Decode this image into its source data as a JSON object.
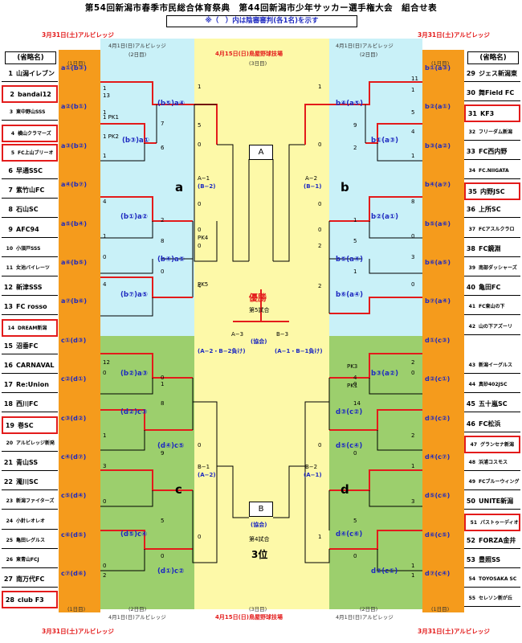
{
  "header": {
    "title": "第54回新潟市春季市民総合体育祭典　第44回新潟市少年サッカー選手権大会　組合せ表",
    "note": "※（　）内は陰審審判(各1名)を示す"
  },
  "venues": {
    "day1": "3月31日(土)アルビレッジ",
    "day2": "4月1日(日)アルビレッジ",
    "day3": "4月15日(日)鳥屋野球技場"
  },
  "labels": {
    "short_name": "(省略名)",
    "day1": "(1日目)",
    "day2": "(2日目)",
    "day3": "(3日目)",
    "champion": "優勝",
    "match5": "第5試合",
    "match4": "第4試合",
    "third": "3位",
    "kyokai": "(協会)",
    "a3": "A−3",
    "b3": "B−3",
    "a3_sub": "(A−2・B−2負け)",
    "b3_sub": "(A−1・B−1負け)",
    "a1": "A−1",
    "a1_sub": "(B−2)",
    "a2": "A−2",
    "a2_sub": "(B−1)",
    "b1": "B−1",
    "b1_sub": "(A−2)",
    "b2": "B−2",
    "b2_sub": "(A−1)",
    "box_a": "A",
    "box_b": "B",
    "group_a": "a",
    "group_b": "b",
    "group_c": "c",
    "group_d": "d"
  },
  "left_teams": [
    {
      "no": "1",
      "name": "山潟イレブン"
    },
    {
      "no": "2",
      "name": "bandai12"
    },
    {
      "no": "3",
      "name": "東中野山SSS"
    },
    {
      "no": "4",
      "name": "横山クラマーズ"
    },
    {
      "no": "5",
      "name": "FC上山ブリーオ"
    },
    {
      "no": "6",
      "name": "早通SSC"
    },
    {
      "no": "7",
      "name": "紫竹山FC"
    },
    {
      "no": "8",
      "name": "石山SC"
    },
    {
      "no": "9",
      "name": "AFC94"
    },
    {
      "no": "10",
      "name": "小須戸SSS"
    },
    {
      "no": "11",
      "name": "女池バイレーツ"
    },
    {
      "no": "12",
      "name": "新津SSS"
    },
    {
      "no": "13",
      "name": "FC rosso"
    },
    {
      "no": "14",
      "name": "DREAM新潟"
    },
    {
      "no": "15",
      "name": "沼垂FC"
    },
    {
      "no": "16",
      "name": "CARNAVAL"
    },
    {
      "no": "17",
      "name": "Re:Union"
    },
    {
      "no": "18",
      "name": "西川FC"
    },
    {
      "no": "19",
      "name": "巻SC"
    },
    {
      "no": "20",
      "name": "アルビレッジ新発"
    },
    {
      "no": "21",
      "name": "青山SS"
    },
    {
      "no": "22",
      "name": "濁川SC"
    },
    {
      "no": "23",
      "name": "新潟ファイターズ"
    },
    {
      "no": "24",
      "name": "小針レオレオ"
    },
    {
      "no": "25",
      "name": "亀田レグルス"
    },
    {
      "no": "26",
      "name": "東青山FCJ"
    },
    {
      "no": "27",
      "name": "南万代FC"
    },
    {
      "no": "28",
      "name": "club F3"
    }
  ],
  "right_teams": [
    {
      "no": "29",
      "name": "ジェス新潟東"
    },
    {
      "no": "30",
      "name": "舞Field FC"
    },
    {
      "no": "31",
      "name": "KF3"
    },
    {
      "no": "32",
      "name": "フリーダム新潟"
    },
    {
      "no": "33",
      "name": "FC西内野"
    },
    {
      "no": "34",
      "name": "FC.NIIGATA"
    },
    {
      "no": "35",
      "name": "内野JSC"
    },
    {
      "no": "36",
      "name": "上所SC"
    },
    {
      "no": "37",
      "name": "FCアスルクラロ"
    },
    {
      "no": "38",
      "name": "FC鏡淵"
    },
    {
      "no": "39",
      "name": "南部ダッシャーズ"
    },
    {
      "no": "40",
      "name": "亀田FC"
    },
    {
      "no": "41",
      "name": "FC東山の下"
    },
    {
      "no": "42",
      "name": "山の下アズーリ"
    },
    {
      "no": "43",
      "name": "新潟イーグルス"
    },
    {
      "no": "44",
      "name": "真砂402JSC"
    },
    {
      "no": "45",
      "name": "五十嵐SC"
    },
    {
      "no": "46",
      "name": "FC松浜"
    },
    {
      "no": "47",
      "name": "グランセナ新潟"
    },
    {
      "no": "48",
      "name": "浜浦コスモス"
    },
    {
      "no": "49",
      "name": "FCブルーウィング"
    },
    {
      "no": "50",
      "name": "UNITE新潟"
    },
    {
      "no": "51",
      "name": "パストゥーディオ"
    },
    {
      "no": "52",
      "name": "FORZA金井"
    },
    {
      "no": "53",
      "name": "豊照SS"
    },
    {
      "no": "54",
      "name": "TOYOSAKA SC"
    },
    {
      "no": "55",
      "name": "セレソン新が丘"
    }
  ],
  "left_slots": [
    "a①(b③)",
    "a②(b①)",
    "a③(b②)",
    "a④(b⑦)",
    "a⑤(b④)",
    "a⑥(b⑤)",
    "a⑦(b⑥)",
    "c①(d③)",
    "c②(d①)",
    "c③(d②)",
    "c④(d⑦)",
    "c⑤(d④)",
    "c⑥(d⑤)",
    "c⑦(d⑥)"
  ],
  "right_slots": [
    "b①(a③)",
    "b②(a①)",
    "b③(a②)",
    "b④(a⑦)",
    "b⑤(a⑥)",
    "b⑥(a⑤)",
    "b⑦(a④)",
    "d①(c③)",
    "d②(c①)",
    "d③(c②)",
    "d④(c⑦)",
    "d⑤(c⑥)",
    "d⑥(c⑤)",
    "d⑦(c④)"
  ],
  "left_r2_slots": [
    "(b⑤)a④",
    "(b③)a①",
    "(b①)a②",
    "(b⑦)a⑤",
    "(b④)a⑤",
    "(b②)a③",
    "(d②)c③",
    "(d④)c⑤",
    "(d①)c②",
    "(d⑤)c④",
    "(d⑦)c⑤",
    "(d③)c①"
  ],
  "right_r2_slots": [
    "b④(a⑤)",
    "b①(a③)",
    "b②(a①)",
    "b⑥(a④)",
    "b⑤(a④)",
    "b③(a②)",
    "d③(c②)",
    "d⑤(c④)",
    "d②(c①)",
    "d④(c⑥)",
    "d⑥(c⑤)",
    "d①(c③)"
  ],
  "scores_left": [
    "13",
    "1",
    "1",
    "1",
    "5",
    "7",
    "0",
    "1",
    "6",
    "0",
    "4",
    "2",
    "0",
    "8",
    "1",
    "0",
    "0",
    "4",
    "0",
    "4",
    "12",
    "0",
    "0",
    "1",
    "0",
    "8",
    "1",
    "3",
    "9",
    "0",
    "5",
    "0",
    "0",
    "0",
    "2"
  ],
  "scores_right": [
    "11",
    "1",
    "1",
    "5",
    "9",
    "4",
    "0",
    "1",
    "2",
    "0",
    "8",
    "1",
    "0",
    "5",
    "0",
    "3",
    "2",
    "0",
    "1",
    "2",
    "2",
    "4",
    "0",
    "0",
    "0",
    "14",
    "2",
    "1",
    "0",
    "3",
    "5",
    "1",
    "0",
    "1",
    "1"
  ],
  "pk_labels": [
    "1 PK1",
    "1 PK2",
    "PK4",
    "PK5",
    "PK3",
    "PK1"
  ]
}
